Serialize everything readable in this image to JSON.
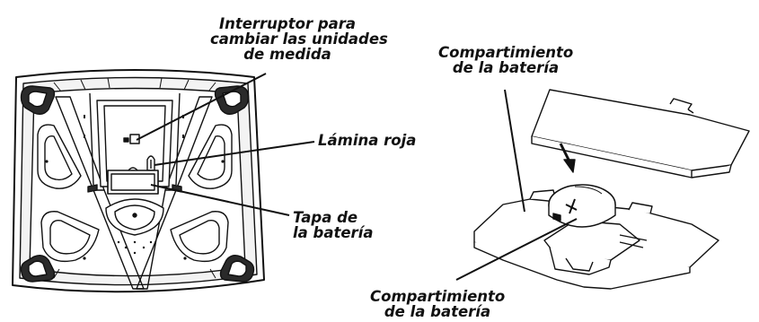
{
  "labels": {
    "switch": {
      "line1": "Interruptor para",
      "line2": "cambiar las unidades",
      "line3": "de medida"
    },
    "red_sheet": "Lámina roja",
    "battery_cover": {
      "line1": "Tapa de",
      "line2": "la batería"
    },
    "compartment_top": {
      "line1": "Compartimiento",
      "line2": "de la batería"
    },
    "compartment_bottom": {
      "line1": "Compartimiento",
      "line2": "de la batería"
    }
  },
  "colors": {
    "ink": "#111111",
    "paper": "#ffffff",
    "shade": "#e8e8e8",
    "dark_pad": "#2a2a2a"
  }
}
